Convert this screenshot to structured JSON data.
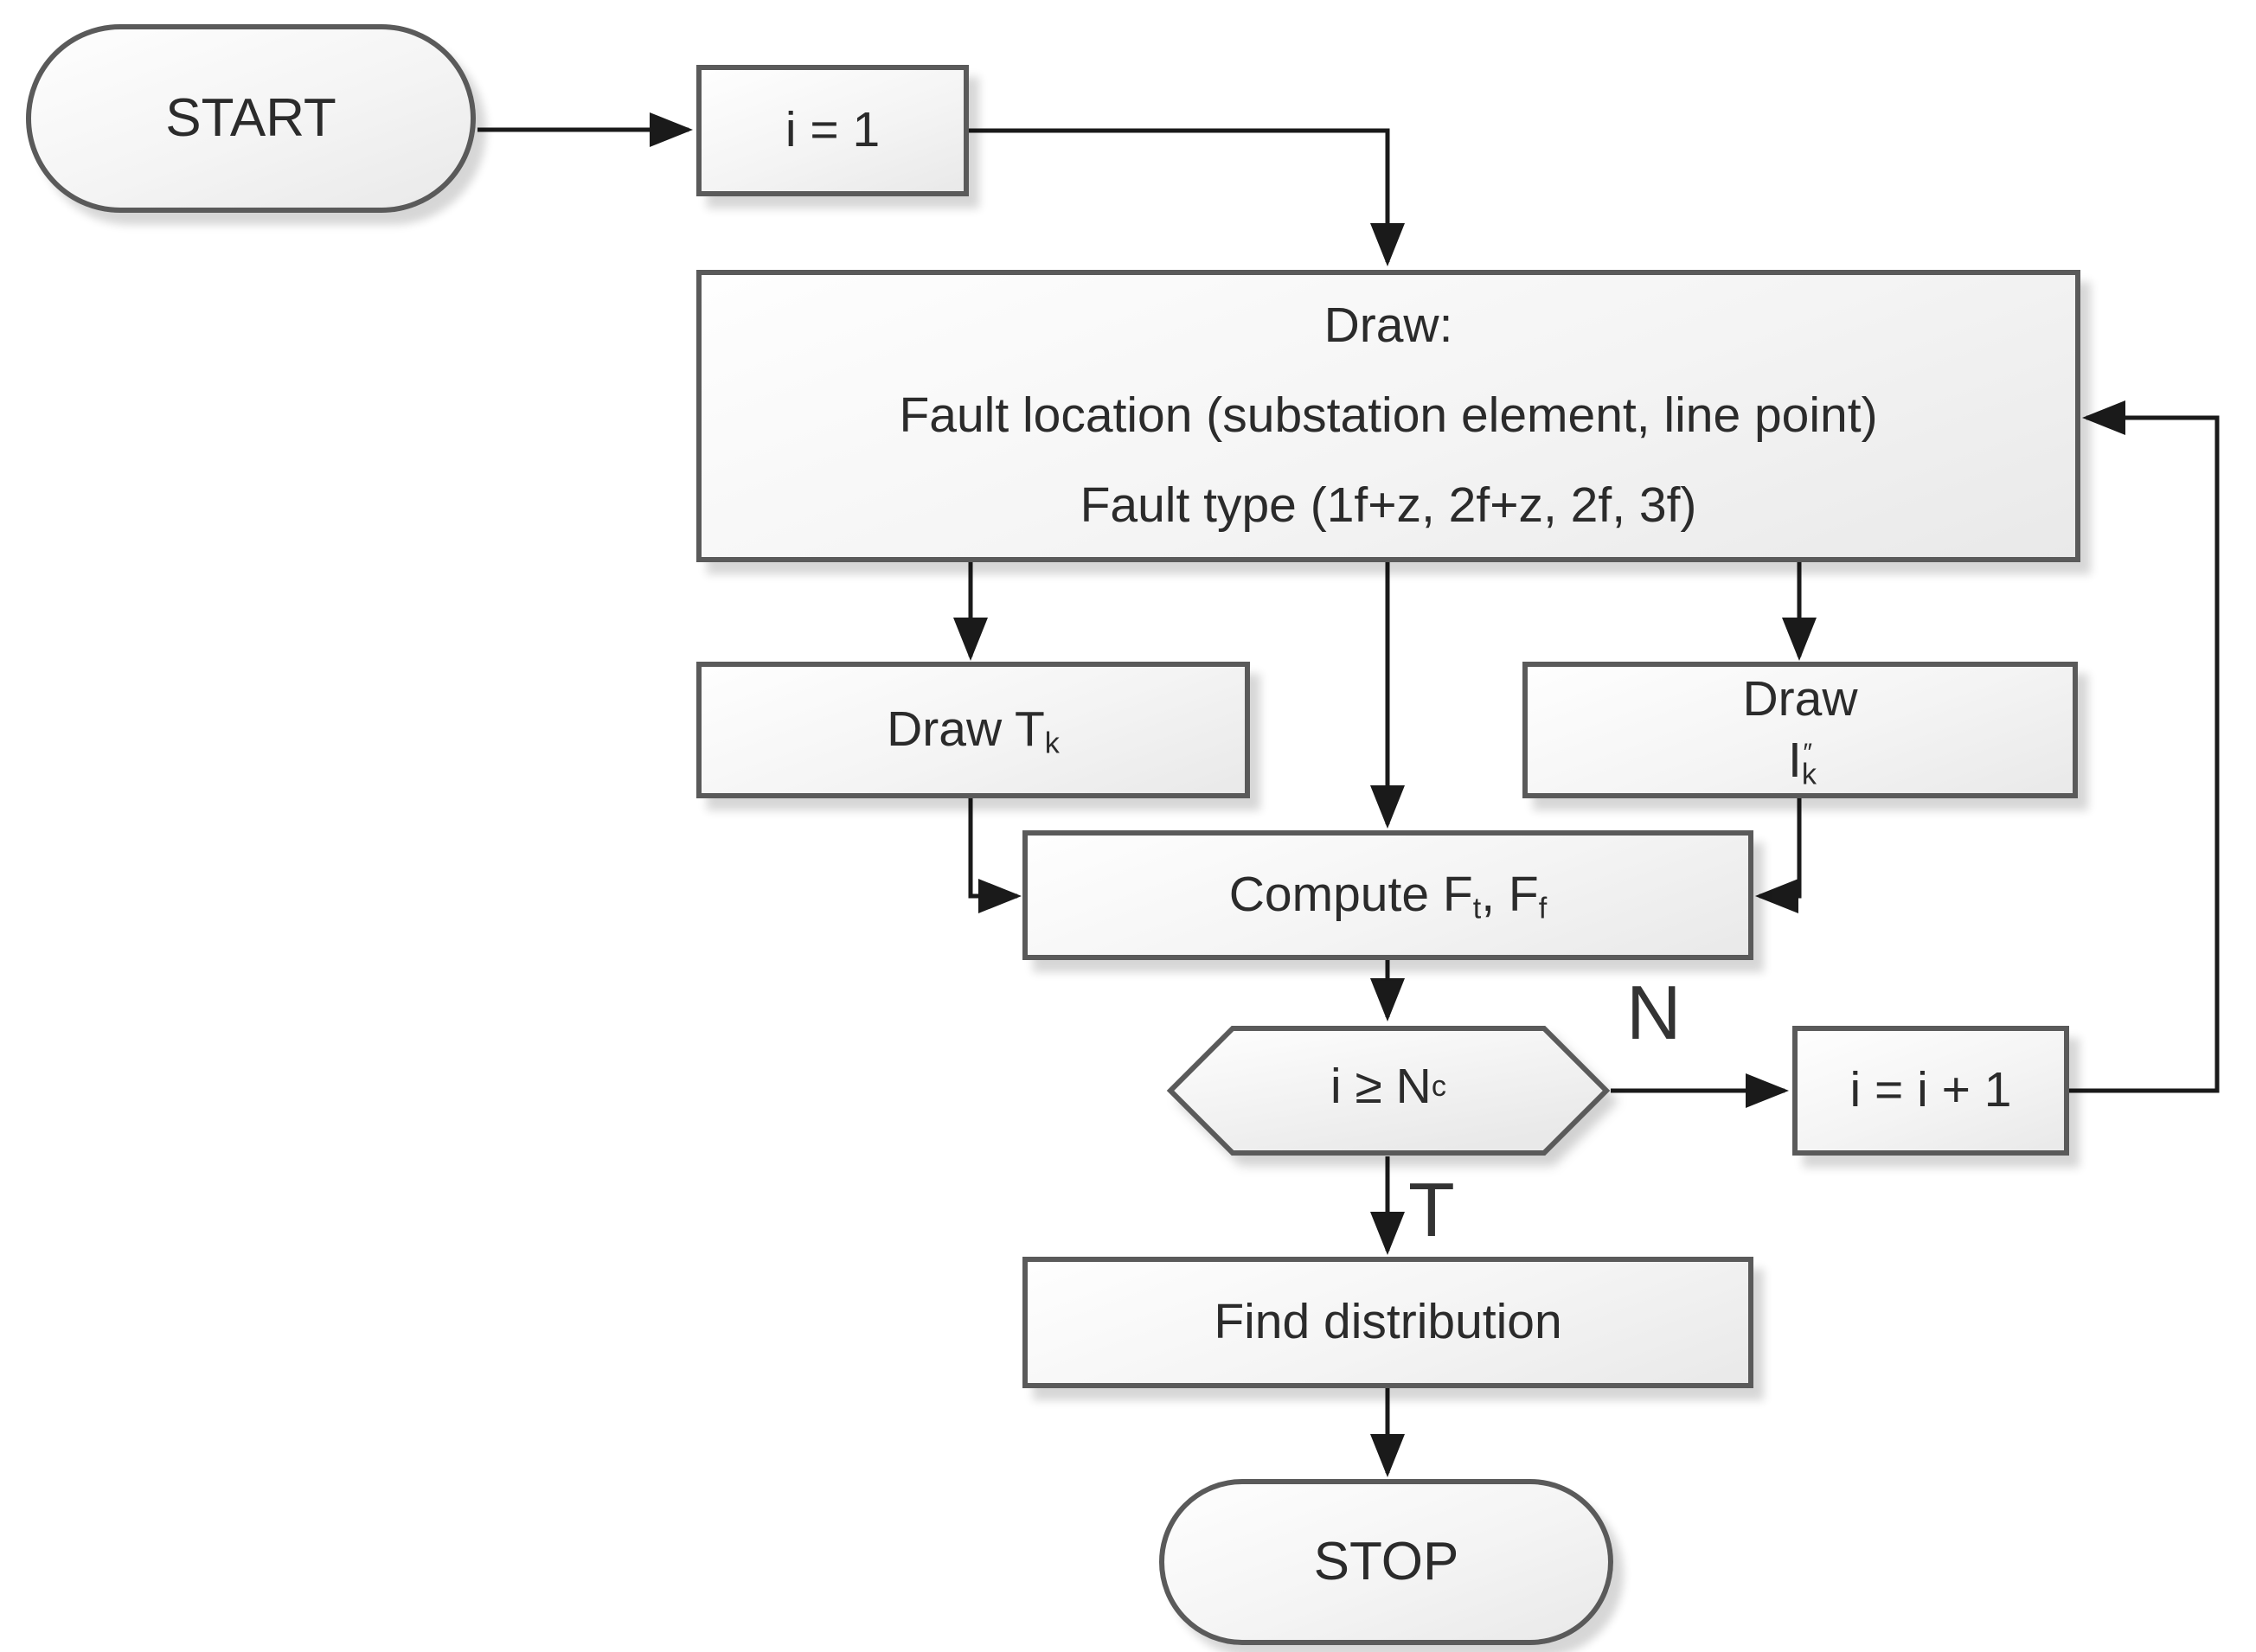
{
  "diagram_type": "flowchart",
  "nodes": {
    "start": {
      "type": "terminator",
      "label": "START"
    },
    "init": {
      "type": "process",
      "label": "i = 1"
    },
    "draw": {
      "type": "process",
      "lines": [
        "Draw:",
        "Fault location (substation element, line point)",
        "Fault type (1f+z, 2f+z, 2f, 3f)"
      ]
    },
    "draw_tk": {
      "type": "process",
      "rich": [
        {
          "t": "Draw T"
        },
        {
          "sub": "k"
        }
      ]
    },
    "draw_ik": {
      "type": "process",
      "rich": [
        {
          "t": "Draw I"
        },
        {
          "sub": "k"
        },
        {
          "sup": "″"
        }
      ]
    },
    "compute": {
      "type": "process",
      "rich": [
        {
          "t": "Compute F"
        },
        {
          "sub": "t"
        },
        {
          "t": ", F"
        },
        {
          "sub": "f"
        }
      ]
    },
    "decision": {
      "type": "decision",
      "rich": [
        {
          "t": "i ≥ N"
        },
        {
          "sub": "c"
        }
      ]
    },
    "increment": {
      "type": "process",
      "label": "i = i + 1"
    },
    "find": {
      "type": "process",
      "label": "Find distribution"
    },
    "stop": {
      "type": "terminator",
      "label": "STOP"
    }
  },
  "edges": [
    {
      "from": "start",
      "to": "init",
      "label": ""
    },
    {
      "from": "init",
      "to": "draw",
      "label": ""
    },
    {
      "from": "draw",
      "to": "draw_tk",
      "label": ""
    },
    {
      "from": "draw",
      "to": "draw_ik",
      "label": ""
    },
    {
      "from": "draw",
      "to": "compute",
      "label": ""
    },
    {
      "from": "draw_tk",
      "to": "compute",
      "label": ""
    },
    {
      "from": "draw_ik",
      "to": "compute",
      "label": ""
    },
    {
      "from": "compute",
      "to": "decision",
      "label": ""
    },
    {
      "from": "decision",
      "to": "increment",
      "label": "N"
    },
    {
      "from": "increment",
      "to": "draw",
      "label": ""
    },
    {
      "from": "decision",
      "to": "find",
      "label": "T"
    },
    {
      "from": "find",
      "to": "stop",
      "label": ""
    }
  ],
  "edge_labels": {
    "no": "N",
    "true": "T"
  },
  "colors": {
    "background": "#ffffff",
    "node_fill_light": "#fefefe",
    "node_fill_dark": "#e9e9e9",
    "node_border": "#5a5a5a",
    "connector": "#1a1a1a",
    "text": "#2b2b2b"
  }
}
